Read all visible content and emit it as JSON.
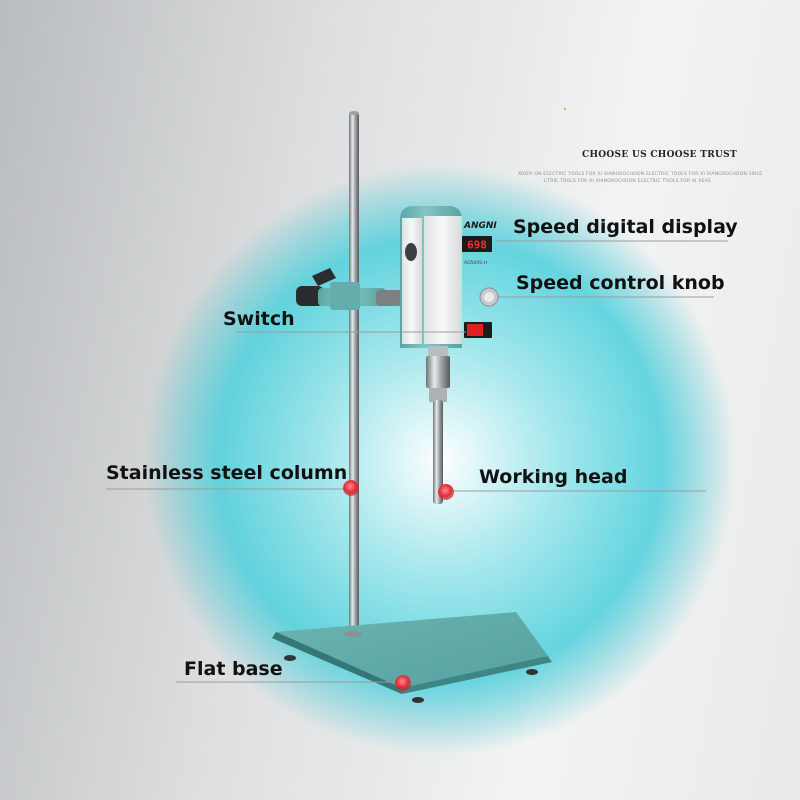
{
  "header": {
    "title": "CHOOSE US CHOOSE TRUST",
    "subtitle_1": "XOOYI ON ELECTRIC TOOLS FOR XI XIANGROCHOON ELECTRIC TOOLS FOR XI XIANGROCHOON SIRLE",
    "subtitle_2": "CTRIE TOOLS FOR XI XIANGROCHOON ELECTRIC TOOLS FOR XI XEAS"
  },
  "device": {
    "brand": "ANGNI",
    "display_value": "698",
    "model_text": "AD500S-H"
  },
  "callouts": {
    "speed_display": "Speed digital display",
    "speed_knob": "Speed control knob",
    "switch": "Switch",
    "column": "Stainless steel column",
    "working_head": "Working head",
    "flat_base": "Flat base"
  },
  "colors": {
    "device_teal": "#6fb9b8",
    "callout_dot": "#e0303a",
    "display_red": "#ff2a2a",
    "glow": "#3fd1dd"
  }
}
